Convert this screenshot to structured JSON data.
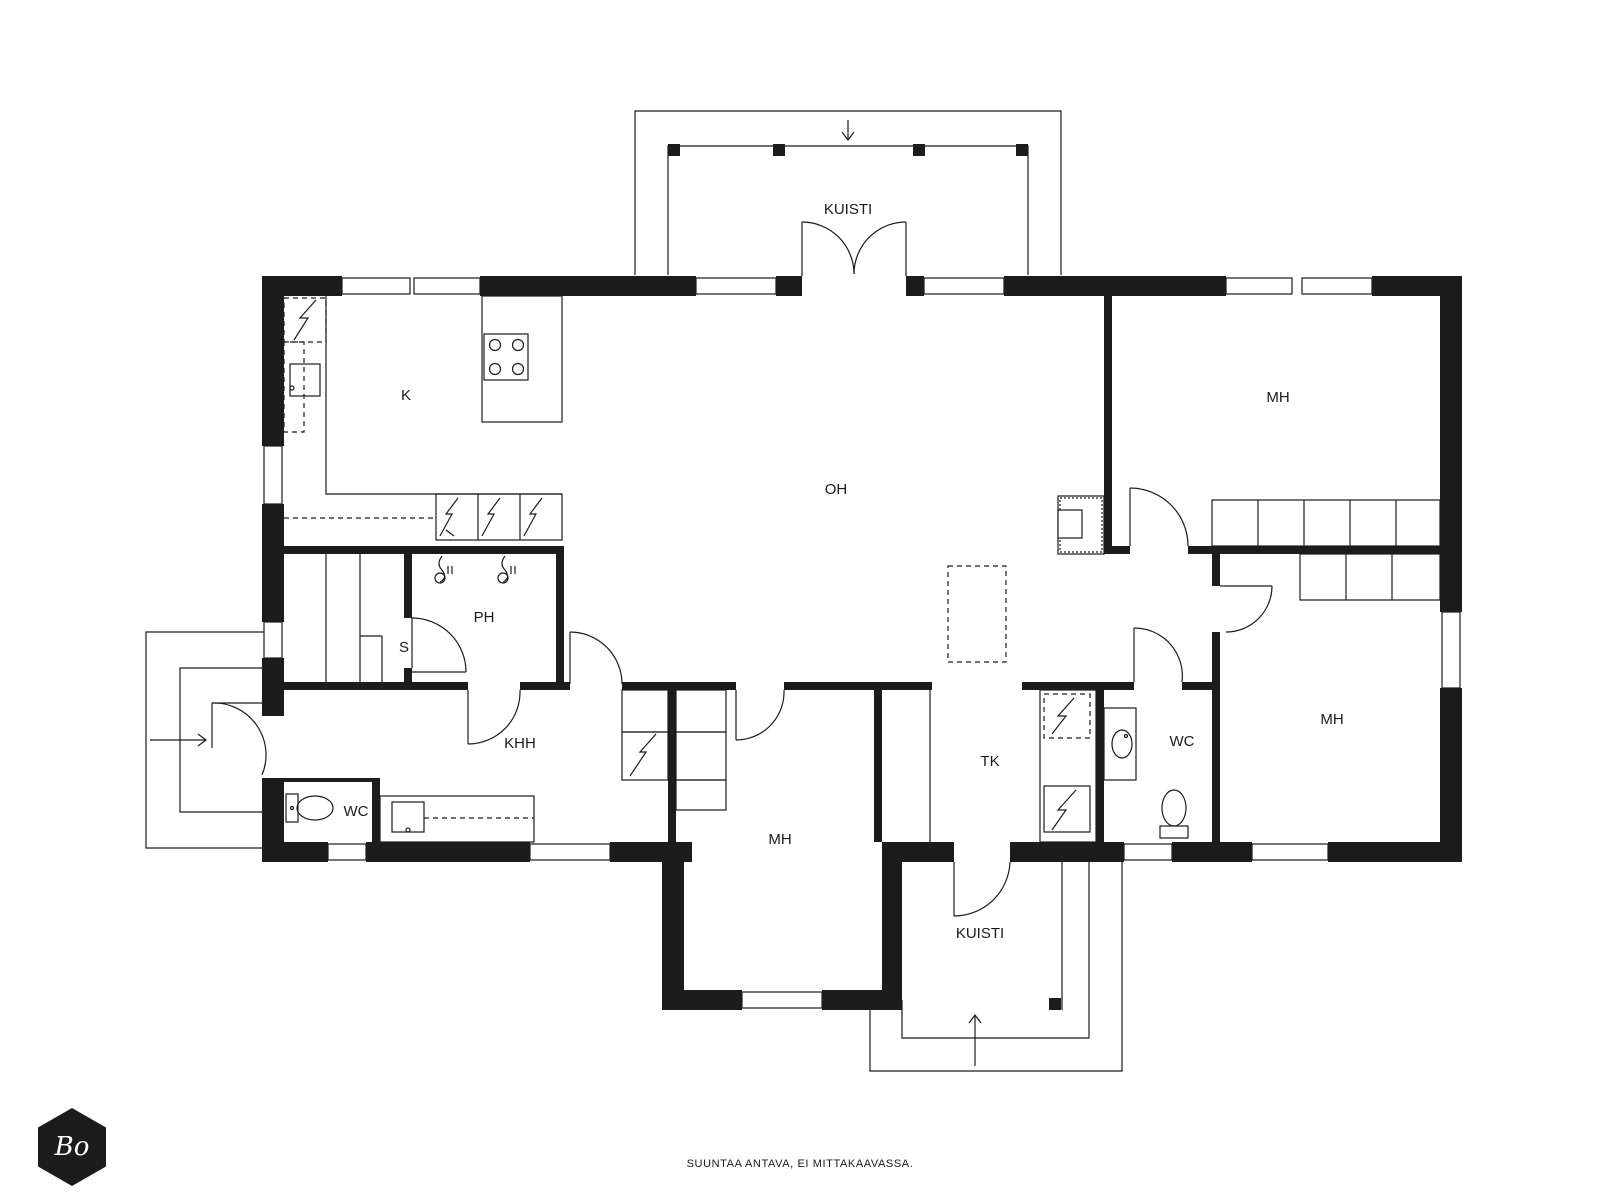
{
  "rooms": {
    "kuisti_top": "KUISTI",
    "k": "K",
    "oh": "OH",
    "mh_top_right": "MH",
    "ph": "PH",
    "s": "S",
    "khh": "KHH",
    "wc_left": "WC",
    "mh_bottom": "MH",
    "tk": "TK",
    "wc_right": "WC",
    "mh_right": "MH",
    "kuisti_bottom": "KUISTI"
  },
  "footer": {
    "disclaimer": "SUUNTAA ANTAVA, EI MITTAKAAVASSA.",
    "logo_text": "Bo"
  },
  "colors": {
    "wall": "#1c1c1c",
    "background": "#ffffff"
  }
}
